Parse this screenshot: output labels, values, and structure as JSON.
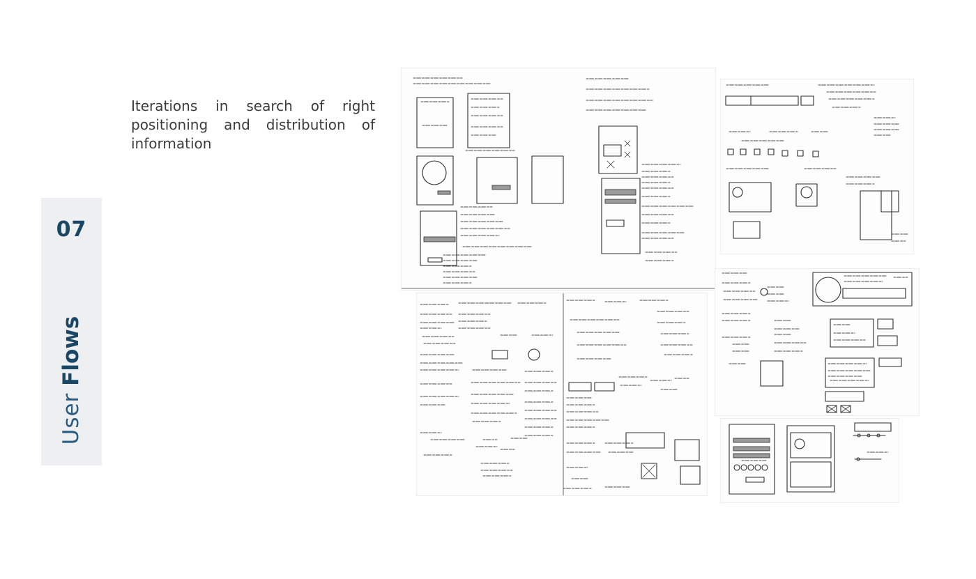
{
  "side_tab": {
    "number": "07",
    "title_light": "User",
    "title_bold": "Flows"
  },
  "description": "Iterations in search of right positioning and distribution of information",
  "sketches": [
    {
      "name": "sketch-wireframes-1"
    },
    {
      "name": "sketch-search-bar-1"
    },
    {
      "name": "sketch-flow-1"
    },
    {
      "name": "sketch-home-page"
    },
    {
      "name": "sketch-search-bar-2"
    }
  ]
}
